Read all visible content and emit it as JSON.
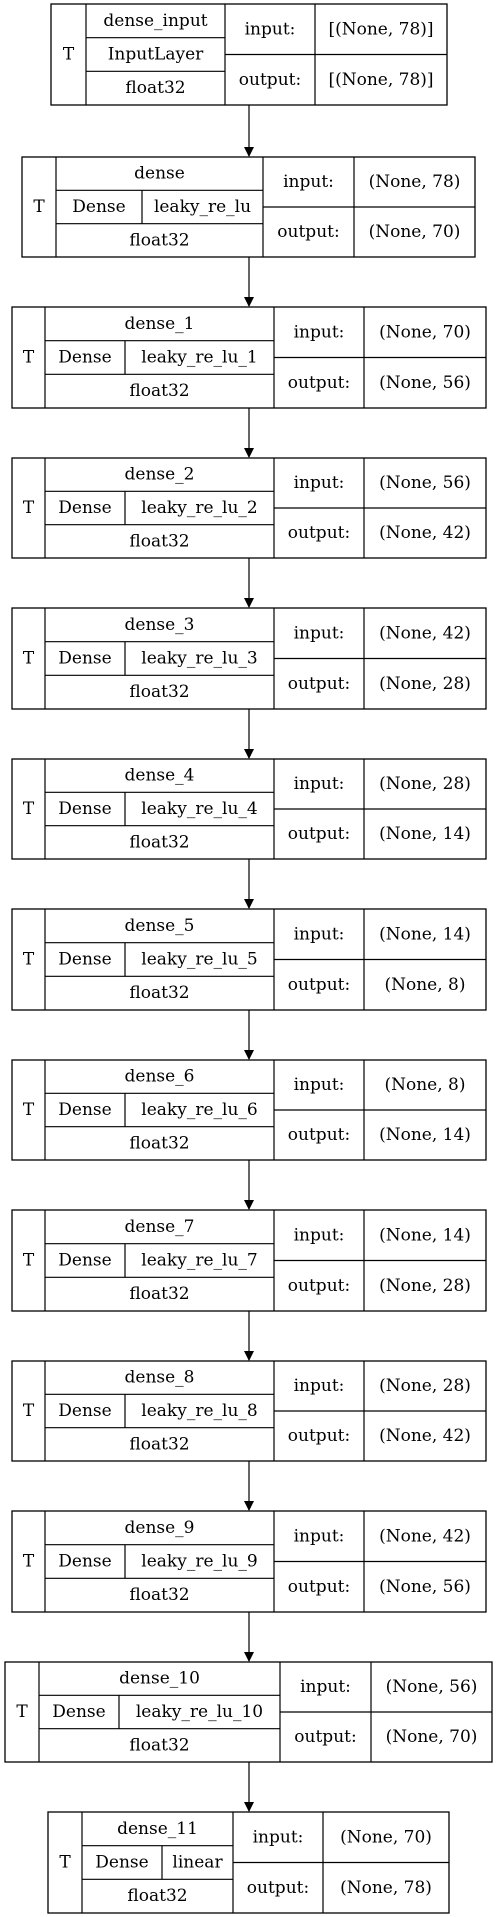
{
  "diagram": {
    "type": "keras-model-plot",
    "nodes": [
      {
        "flag": "T",
        "name": "dense_input",
        "layer_type": "InputLayer",
        "dtype": "float32",
        "input_label": "input:",
        "input_shape": "[(None, 78)]",
        "output_label": "output:",
        "output_shape": "[(None, 78)]"
      },
      {
        "flag": "T",
        "name": "dense",
        "layer_type": "Dense",
        "activation": "leaky_re_lu",
        "dtype": "float32",
        "input_label": "input:",
        "input_shape": "(None, 78)",
        "output_label": "output:",
        "output_shape": "(None, 70)"
      },
      {
        "flag": "T",
        "name": "dense_1",
        "layer_type": "Dense",
        "activation": "leaky_re_lu_1",
        "dtype": "float32",
        "input_label": "input:",
        "input_shape": "(None, 70)",
        "output_label": "output:",
        "output_shape": "(None, 56)"
      },
      {
        "flag": "T",
        "name": "dense_2",
        "layer_type": "Dense",
        "activation": "leaky_re_lu_2",
        "dtype": "float32",
        "input_label": "input:",
        "input_shape": "(None, 56)",
        "output_label": "output:",
        "output_shape": "(None, 42)"
      },
      {
        "flag": "T",
        "name": "dense_3",
        "layer_type": "Dense",
        "activation": "leaky_re_lu_3",
        "dtype": "float32",
        "input_label": "input:",
        "input_shape": "(None, 42)",
        "output_label": "output:",
        "output_shape": "(None, 28)"
      },
      {
        "flag": "T",
        "name": "dense_4",
        "layer_type": "Dense",
        "activation": "leaky_re_lu_4",
        "dtype": "float32",
        "input_label": "input:",
        "input_shape": "(None, 28)",
        "output_label": "output:",
        "output_shape": "(None, 14)"
      },
      {
        "flag": "T",
        "name": "dense_5",
        "layer_type": "Dense",
        "activation": "leaky_re_lu_5",
        "dtype": "float32",
        "input_label": "input:",
        "input_shape": "(None, 14)",
        "output_label": "output:",
        "output_shape": "(None, 8)"
      },
      {
        "flag": "T",
        "name": "dense_6",
        "layer_type": "Dense",
        "activation": "leaky_re_lu_6",
        "dtype": "float32",
        "input_label": "input:",
        "input_shape": "(None, 8)",
        "output_label": "output:",
        "output_shape": "(None, 14)"
      },
      {
        "flag": "T",
        "name": "dense_7",
        "layer_type": "Dense",
        "activation": "leaky_re_lu_7",
        "dtype": "float32",
        "input_label": "input:",
        "input_shape": "(None, 14)",
        "output_label": "output:",
        "output_shape": "(None, 28)"
      },
      {
        "flag": "T",
        "name": "dense_8",
        "layer_type": "Dense",
        "activation": "leaky_re_lu_8",
        "dtype": "float32",
        "input_label": "input:",
        "input_shape": "(None, 28)",
        "output_label": "output:",
        "output_shape": "(None, 42)"
      },
      {
        "flag": "T",
        "name": "dense_9",
        "layer_type": "Dense",
        "activation": "leaky_re_lu_9",
        "dtype": "float32",
        "input_label": "input:",
        "input_shape": "(None, 42)",
        "output_label": "output:",
        "output_shape": "(None, 56)"
      },
      {
        "flag": "T",
        "name": "dense_10",
        "layer_type": "Dense",
        "activation": "leaky_re_lu_10",
        "dtype": "float32",
        "input_label": "input:",
        "input_shape": "(None, 56)",
        "output_label": "output:",
        "output_shape": "(None, 70)"
      },
      {
        "flag": "T",
        "name": "dense_11",
        "layer_type": "Dense",
        "activation": "linear",
        "dtype": "float32",
        "input_label": "input:",
        "input_shape": "(None, 70)",
        "output_label": "output:",
        "output_shape": "(None, 78)"
      }
    ],
    "colors": {
      "stroke": "#000000",
      "fill": "#ffffff",
      "text": "#000000",
      "background": "#ffffff"
    }
  }
}
